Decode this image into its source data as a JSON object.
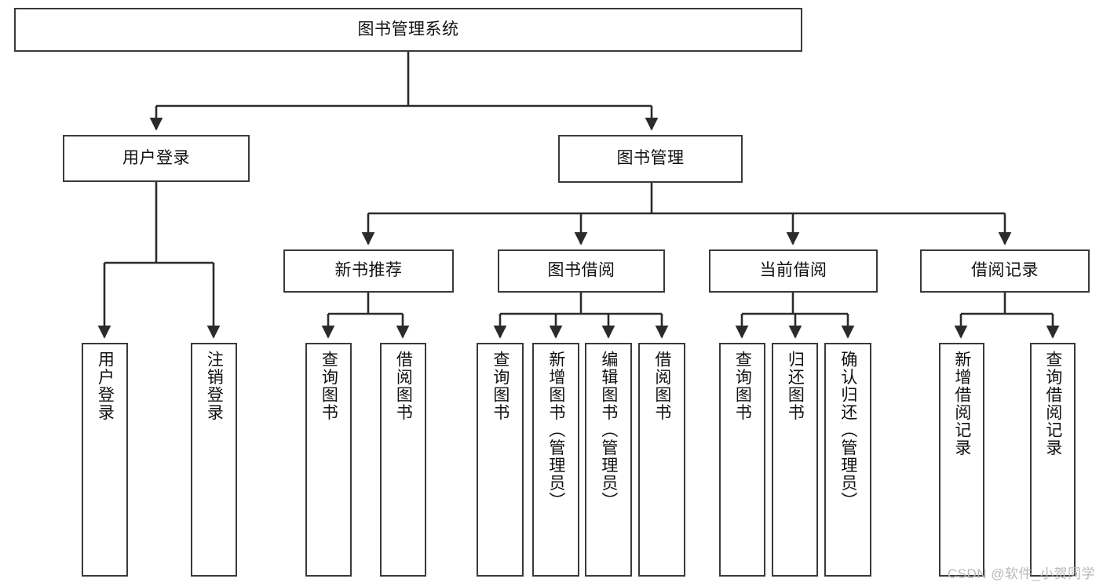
{
  "diagram": {
    "title": "图书管理系统",
    "type": "tree-hierarchy",
    "watermark": "CSDN @软件_小贺同学",
    "colors": {
      "border": "#3a3a3a",
      "background": "#ffffff",
      "text": "#111111",
      "connector": "#2b2b2b",
      "watermark": "#b9b9b9"
    },
    "root": {
      "label": "图书管理系统"
    },
    "level1": [
      {
        "label": "用户登录"
      },
      {
        "label": "图书管理"
      }
    ],
    "level2": [
      {
        "label": "新书推荐"
      },
      {
        "label": "图书借阅"
      },
      {
        "label": "当前借阅"
      },
      {
        "label": "借阅记录"
      }
    ],
    "leaves": {
      "user_login": [
        {
          "label": "用户登录"
        },
        {
          "label": "注销登录"
        }
      ],
      "new_book_recommend": [
        {
          "label": "查询图书"
        },
        {
          "label": "借阅图书"
        }
      ],
      "book_borrow": [
        {
          "label": "查询图书"
        },
        {
          "label": "新增图书（管理员）"
        },
        {
          "label": "编辑图书（管理员）"
        },
        {
          "label": "借阅图书"
        }
      ],
      "current_borrow": [
        {
          "label": "查询图书"
        },
        {
          "label": "归还图书"
        },
        {
          "label": "确认归还（管理员）"
        }
      ],
      "borrow_record": [
        {
          "label": "新增借阅记录"
        },
        {
          "label": "查询借阅记录"
        }
      ]
    }
  }
}
